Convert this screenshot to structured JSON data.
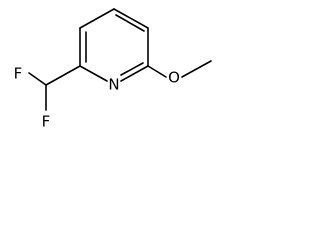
{
  "molecule": {
    "atoms": {
      "fluorine_top": "F",
      "fluorine_bottom": "F",
      "ring_nitrogen": "N",
      "ether_oxygen": "O"
    }
  }
}
